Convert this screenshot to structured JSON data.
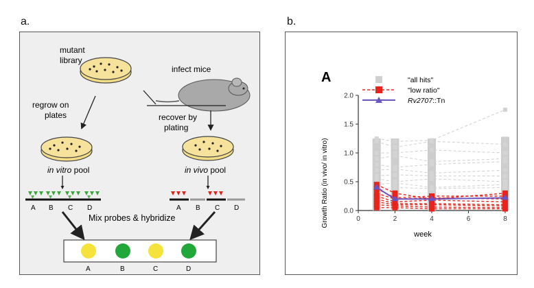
{
  "panel_a": {
    "label": "a.",
    "mutant_library_line1": "mutant",
    "mutant_library_line2": "library",
    "infect_mice": "infect mice",
    "regrow_line1": "regrow on",
    "regrow_line2": "plates",
    "recover_line1": "recover by",
    "recover_line2": "plating",
    "in_vitro_italic": "in vitro",
    "in_vitro_rest": " pool",
    "in_vivo_italic": "in vivo",
    "in_vivo_rest": " pool",
    "mix_probes": "Mix probes & hybridize",
    "segment_labels": [
      "A",
      "B",
      "C",
      "D"
    ],
    "array_spots": [
      {
        "label": "A",
        "color": "#f5e23a"
      },
      {
        "label": "B",
        "color": "#22a83a"
      },
      {
        "label": "C",
        "color": "#f5e23a"
      },
      {
        "label": "D",
        "color": "#22a83a"
      }
    ],
    "colors": {
      "dish": "#f3dc86",
      "mouse": "#a9a9a9",
      "green_probe": "#3aa83a",
      "red_probe": "#e0221a"
    }
  },
  "panel_b": {
    "label": "b.",
    "panel_letter": "A",
    "legend": {
      "all_hits": "\"all hits\"",
      "low_ratio": "\"low ratio\"",
      "gene_italic": "Rv2707",
      "gene_rest": "::Tn"
    },
    "colors": {
      "all_hits": "#c8c8c8",
      "low_ratio": "#e8231b",
      "gene": "#6a55c0"
    }
  },
  "chart_data": {
    "type": "line",
    "title": "",
    "xlabel": "week",
    "ylabel": "Growth Ratio (in vivo/ in vitro)",
    "xlim": [
      0,
      8
    ],
    "ylim": [
      0,
      2.0
    ],
    "x_ticks": [
      "0",
      "2",
      "4",
      "6",
      "8"
    ],
    "y_ticks": [
      "0.0",
      "0.5",
      "1.0",
      "1.5",
      "2.0"
    ],
    "x": [
      1,
      2,
      4,
      8
    ],
    "series": [
      {
        "name": "\"all hits\"",
        "style": "grey dashed lines with square markers",
        "values_range": [
          [
            0.0,
            1.25
          ],
          [
            0.0,
            1.25
          ],
          [
            0.0,
            1.25
          ],
          [
            0.0,
            1.75
          ]
        ],
        "sample_lines": [
          [
            1.25,
            1.2,
            1.22,
            1.75
          ],
          [
            1.2,
            1.1,
            1.2,
            1.15
          ],
          [
            1.0,
            1.0,
            1.05,
            1.0
          ],
          [
            0.9,
            0.95,
            0.85,
            0.9
          ],
          [
            0.8,
            0.75,
            0.8,
            0.85
          ],
          [
            0.7,
            0.72,
            0.65,
            0.7
          ],
          [
            0.6,
            0.62,
            0.6,
            0.6
          ],
          [
            0.55,
            0.5,
            0.55,
            0.5
          ],
          [
            0.45,
            0.48,
            0.4,
            0.45
          ],
          [
            0.35,
            0.4,
            0.38,
            0.4
          ]
        ]
      },
      {
        "name": "\"low ratio\"",
        "style": "red dashed lines with square markers",
        "sample_lines": [
          [
            0.45,
            0.3,
            0.2,
            0.3
          ],
          [
            0.38,
            0.22,
            0.25,
            0.25
          ],
          [
            0.3,
            0.2,
            0.22,
            0.2
          ],
          [
            0.25,
            0.15,
            0.18,
            0.15
          ],
          [
            0.2,
            0.12,
            0.12,
            0.1
          ],
          [
            0.15,
            0.1,
            0.1,
            0.08
          ],
          [
            0.1,
            0.08,
            0.06,
            0.05
          ],
          [
            0.05,
            0.05,
            0.03,
            0.03
          ]
        ]
      },
      {
        "name": "Rv2707::Tn",
        "style": "purple solid line with triangle markers",
        "values": [
          0.4,
          0.2,
          0.2,
          0.22
        ]
      }
    ],
    "legend_position": "top"
  }
}
